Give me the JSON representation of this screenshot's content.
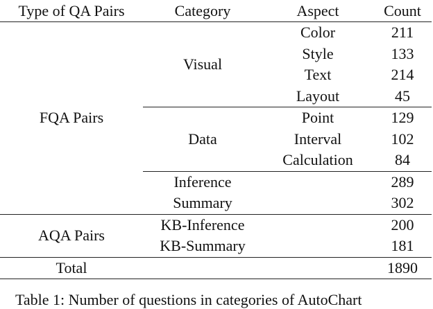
{
  "table": {
    "headers": [
      "Type of QA Pairs",
      "Category",
      "Aspect",
      "Count"
    ],
    "fqa": {
      "type": "FQA Pairs",
      "visual": {
        "category": "Visual",
        "rows": [
          {
            "aspect": "Color",
            "count": "211"
          },
          {
            "aspect": "Style",
            "count": "133"
          },
          {
            "aspect": "Text",
            "count": "214"
          },
          {
            "aspect": "Layout",
            "count": "45"
          }
        ]
      },
      "data": {
        "category": "Data",
        "rows": [
          {
            "aspect": "Point",
            "count": "129"
          },
          {
            "aspect": "Interval",
            "count": "102"
          },
          {
            "aspect": "Calculation",
            "count": "84"
          }
        ]
      },
      "other": [
        {
          "category": "Inference",
          "count": "289"
        },
        {
          "category": "Summary",
          "count": "302"
        }
      ]
    },
    "aqa": {
      "type": "AQA Pairs",
      "rows": [
        {
          "category": "KB-Inference",
          "count": "200"
        },
        {
          "category": "KB-Summary",
          "count": "181"
        }
      ]
    },
    "total": {
      "label": "Total",
      "count": "1890"
    }
  },
  "caption": "Table 1: Number of questions in categories of AutoChart"
}
